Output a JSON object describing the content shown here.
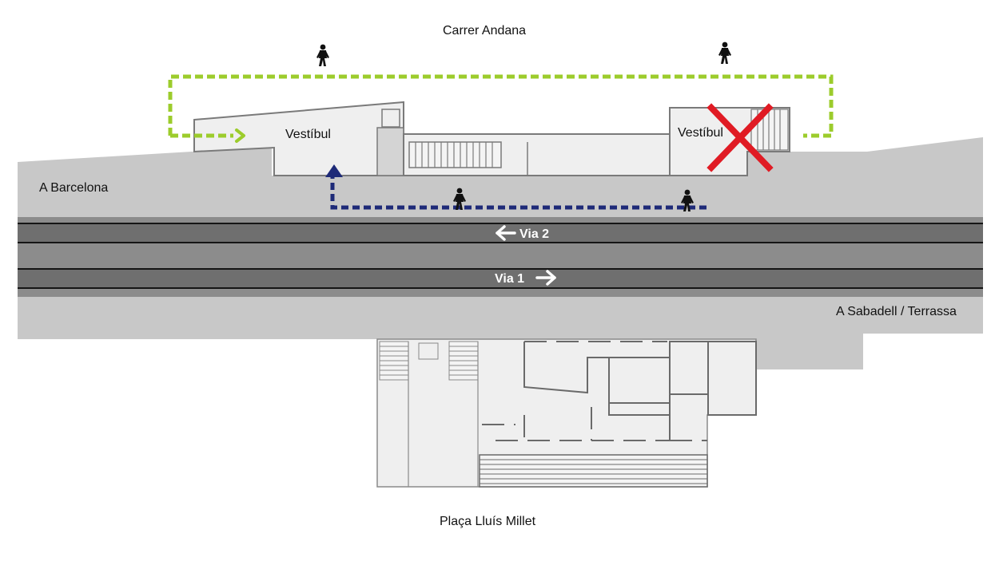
{
  "labels": {
    "street_top": "Carrer Andana",
    "vestibule_left": "Vestíbul",
    "vestibule_right": "Vestíbul",
    "direction_left": "A Barcelona",
    "direction_right": "A Sabadell / Terrassa",
    "track_2": "Via 2",
    "track_1": "Via 1",
    "square_bottom": "Plaça Lluís Millet"
  },
  "icons": {
    "pedestrian": "pedestrian-icon",
    "closed": "red-x-closed-icon",
    "arrow_left": "arrow-left-icon",
    "arrow_right": "arrow-right-icon"
  },
  "colors": {
    "street_route": "#9ccc2c",
    "platform_route": "#1e2a78",
    "closed_mark": "#e01b24",
    "platform": "#c8c8c8",
    "building": "#efefef",
    "tracks": "#8c8c8c"
  }
}
